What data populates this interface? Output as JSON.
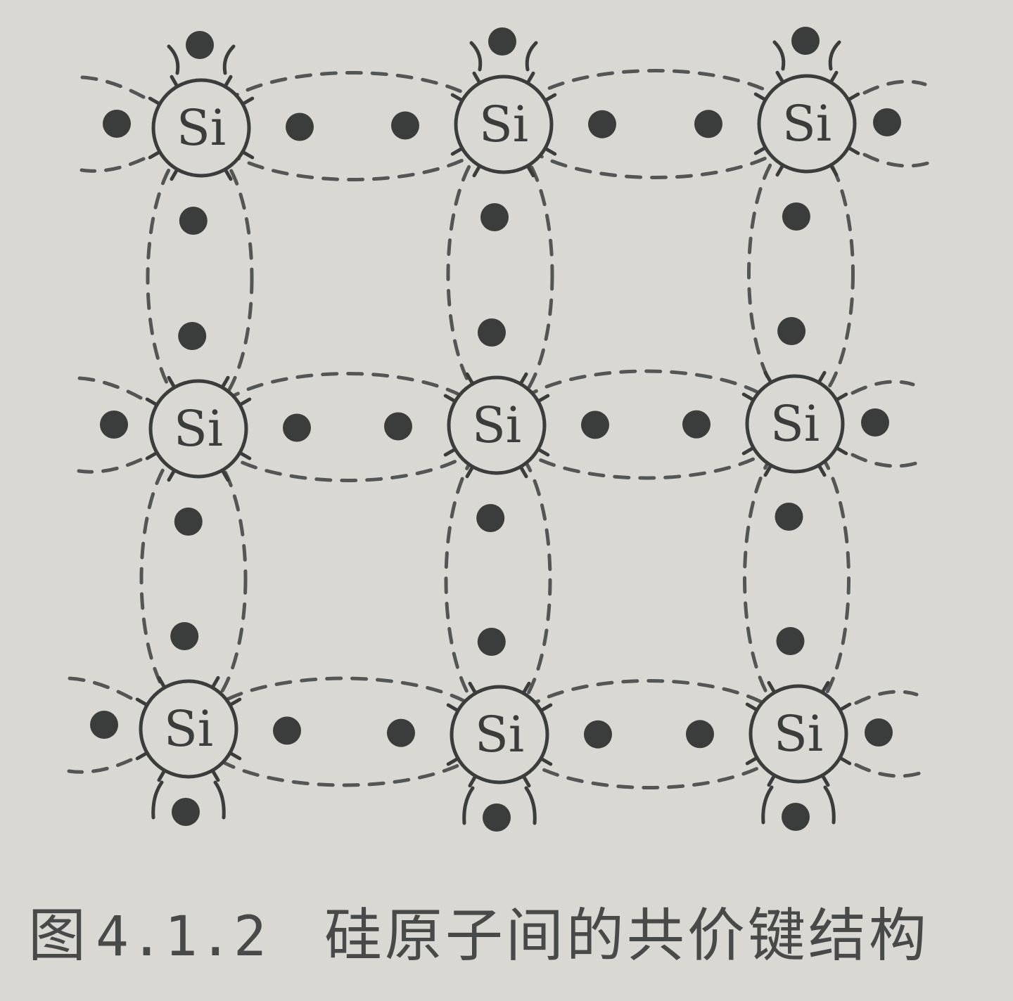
{
  "diagram": {
    "atom_label": "Si",
    "rows": 3,
    "columns": 3,
    "colors": {
      "background": "#d9d8d3",
      "ink": "#3a3d3c",
      "dashes": "#545656",
      "electron": "#3a3d3c"
    }
  },
  "caption": {
    "prefix": "图",
    "number": "4.1.2",
    "text": "硅原子间的共价键结构"
  }
}
